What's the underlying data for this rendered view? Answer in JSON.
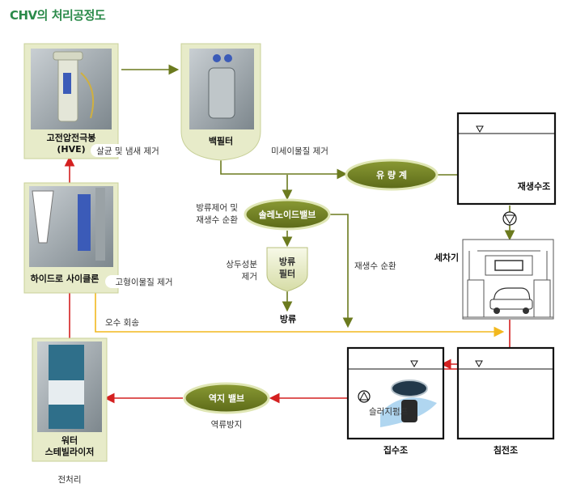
{
  "title": "CHV의 처리공정도",
  "nodes": {
    "hve": {
      "line1": "고전압전극봉",
      "line2": "(HVE)",
      "note": "살균 및 냄새 제거"
    },
    "bag_filter": {
      "label": "백필터",
      "note": "미세이물질 제거"
    },
    "flow_meter": {
      "label": "유 량 계"
    },
    "regen_tank": {
      "label": "재생수조"
    },
    "solenoid_valve": {
      "label": "솔레노이드밸브",
      "note_line1": "방류제어 및",
      "note_line2": "재생수 순환"
    },
    "discharge_filter": {
      "line1": "방류",
      "line2": "필터",
      "note_line1": "상두성분",
      "note_line2": "제거"
    },
    "discharge": {
      "label": "방류"
    },
    "regen_cycle": {
      "label": "재생수 순환"
    },
    "car_wash": {
      "label": "세차기"
    },
    "hydrocyclone": {
      "label": "하이드로 사이클론",
      "note": "고형이물질 제거"
    },
    "sewage_return": {
      "label": "오수 회송"
    },
    "water_stabilizer": {
      "line1": "워터",
      "line2": "스테빌라이저",
      "note": "전처리"
    },
    "check_valve": {
      "label": "역지 밸브",
      "note": "역류방지"
    },
    "slurry_pump": {
      "label": "슬러지펌프"
    },
    "collection_tank": {
      "label": "집수조"
    },
    "settling_tank": {
      "label": "침전조"
    }
  },
  "colors": {
    "title": "#2b8a4a",
    "olive_line": "#6b7a1e",
    "red_line": "#d42020",
    "yellow_line": "#f2b81e",
    "node_fill": "#6f7f24",
    "node_light": "#e8ecc6",
    "box_frame": "#e7ebc9"
  }
}
